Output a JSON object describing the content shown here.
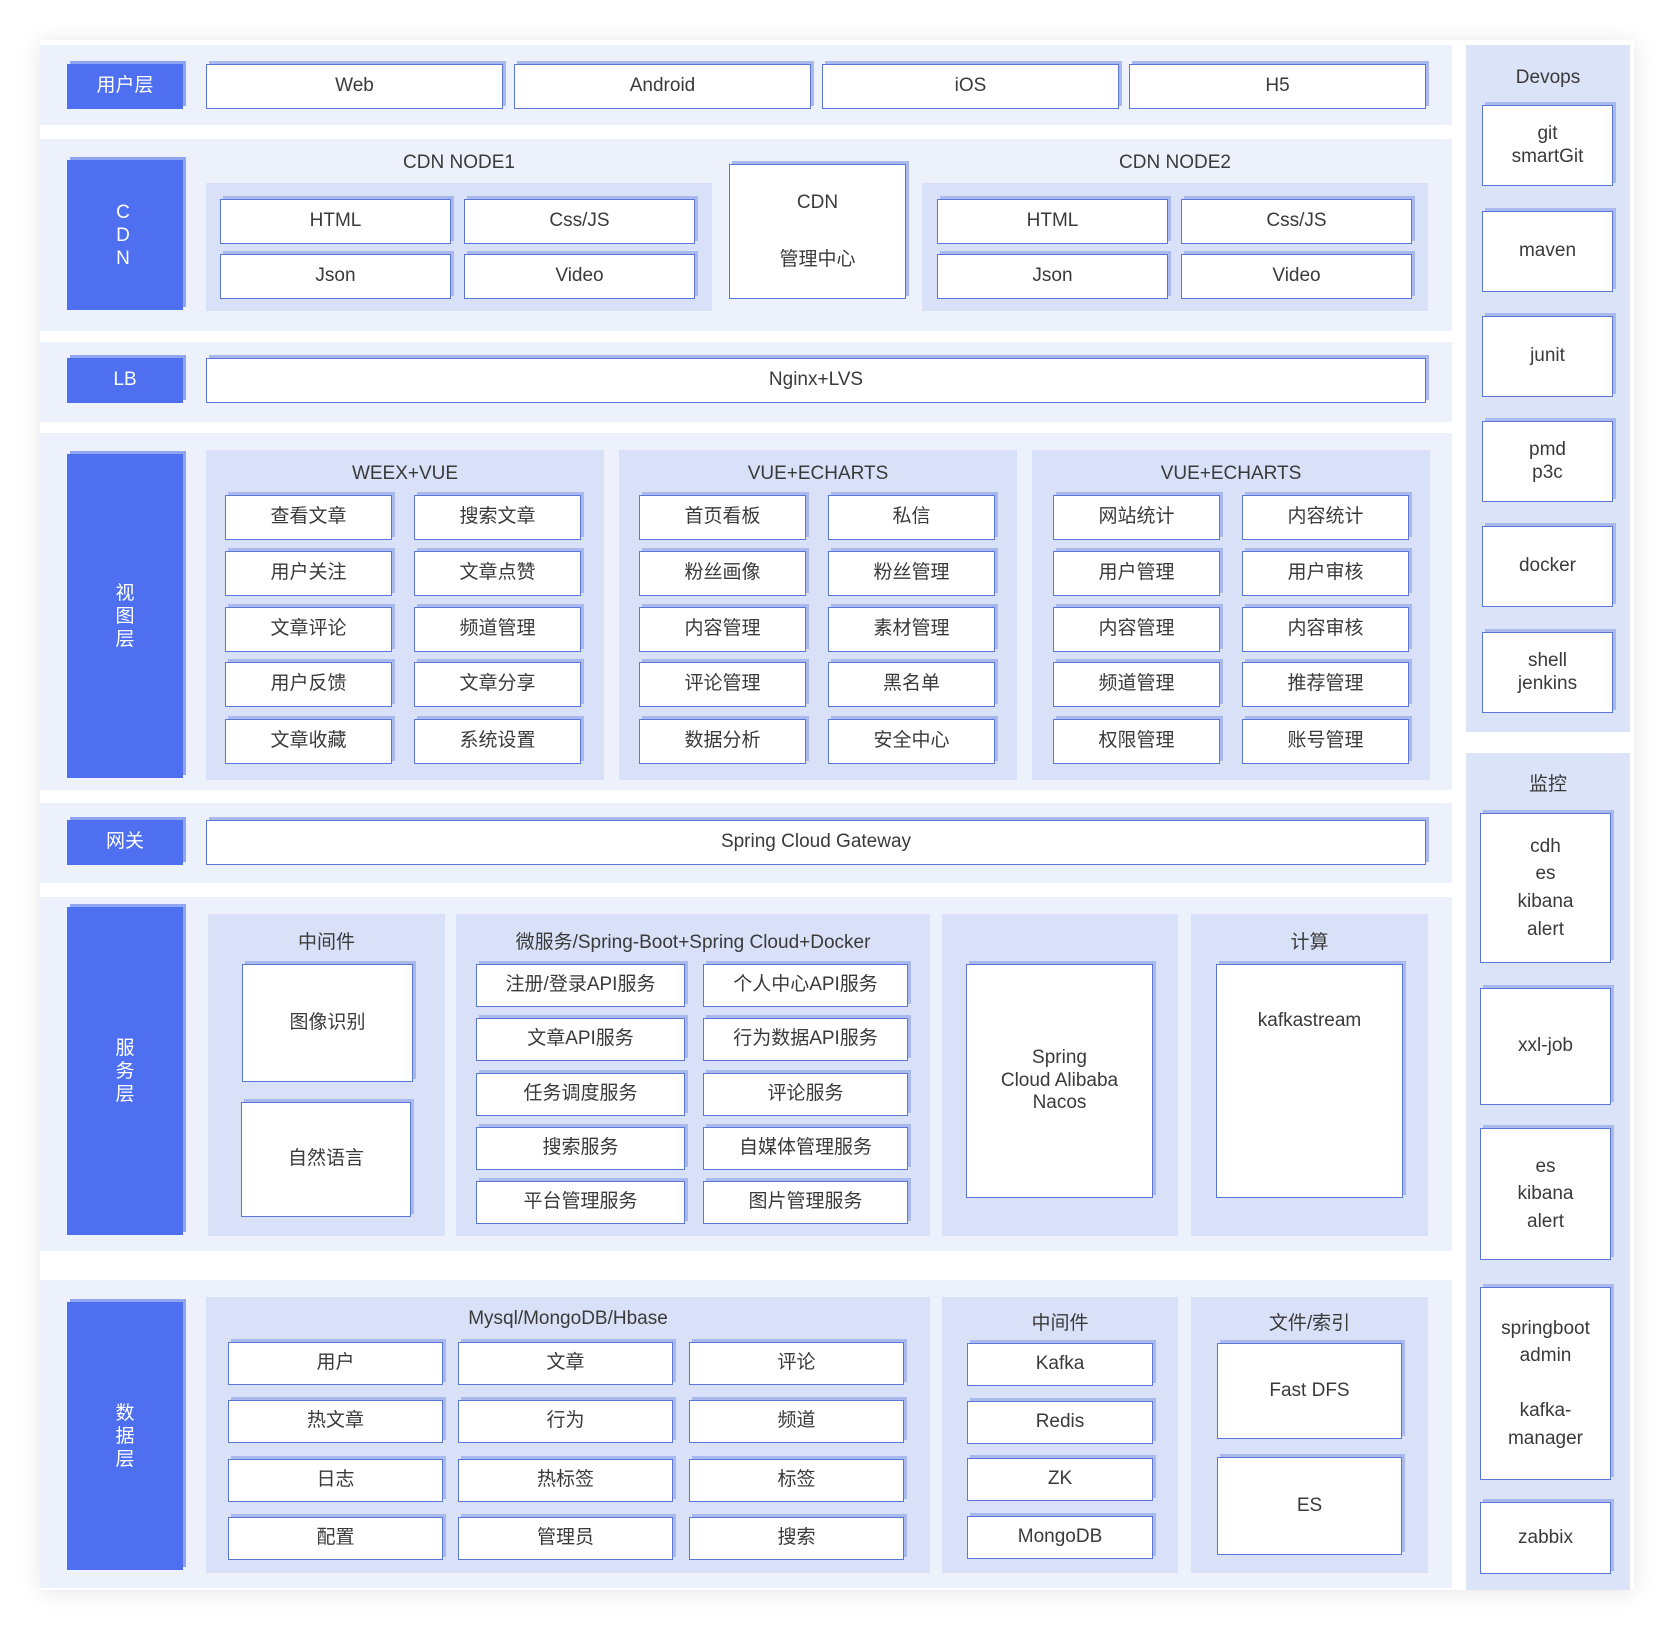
{
  "layers": {
    "user": "用户层",
    "cdn": "CDN",
    "lb": "LB",
    "view": "视图层",
    "gateway": "网关",
    "service": "服务层",
    "data": "数据层"
  },
  "user_layer": {
    "items": [
      "Web",
      "Android",
      "iOS",
      "H5"
    ]
  },
  "cdn_layer": {
    "node1": {
      "title": "CDN NODE1",
      "items": [
        "HTML",
        "Css/JS",
        "Json",
        "Video"
      ]
    },
    "center": {
      "line1": "CDN",
      "line2": "管理中心"
    },
    "node2": {
      "title": "CDN NODE2",
      "items": [
        "HTML",
        "Css/JS",
        "Json",
        "Video"
      ]
    }
  },
  "lb_layer": {
    "label": "Nginx+LVS"
  },
  "view_layer": {
    "groups": [
      {
        "title": "WEEX+VUE",
        "items": [
          "查看文章",
          "搜索文章",
          "用户关注",
          "文章点赞",
          "文章评论",
          "频道管理",
          "用户反馈",
          "文章分享",
          "文章收藏",
          "系统设置"
        ]
      },
      {
        "title": "VUE+ECHARTS",
        "items": [
          "首页看板",
          "私信",
          "粉丝画像",
          "粉丝管理",
          "内容管理",
          "素材管理",
          "评论管理",
          "黑名单",
          "数据分析",
          "安全中心"
        ]
      },
      {
        "title": "VUE+ECHARTS",
        "items": [
          "网站统计",
          "内容统计",
          "用户管理",
          "用户审核",
          "内容管理",
          "内容审核",
          "频道管理",
          "推荐管理",
          "权限管理",
          "账号管理"
        ]
      }
    ]
  },
  "gateway_layer": {
    "label": "Spring Cloud Gateway"
  },
  "service_layer": {
    "middleware": {
      "title": "中间件",
      "items": [
        "图像识别",
        "自然语言"
      ]
    },
    "micro": {
      "title": "微服务/Spring-Boot+Spring Cloud+Docker",
      "items": [
        "注册/登录API服务",
        "个人中心API服务",
        "文章API服务",
        "行为数据API服务",
        "任务调度服务",
        "评论服务",
        "搜索服务",
        "自媒体管理服务",
        "平台管理服务",
        "图片管理服务"
      ]
    },
    "nacos": {
      "text": "Spring\nCloud Alibaba\nNacos"
    },
    "compute": {
      "title": "计算",
      "item": "kafkastream"
    }
  },
  "data_layer": {
    "db": {
      "title": "Mysql/MongoDB/Hbase",
      "items": [
        "用户",
        "文章",
        "评论",
        "热文章",
        "行为",
        "频道",
        "日志",
        "热标签",
        "标签",
        "配置",
        "管理员",
        "搜索"
      ]
    },
    "middleware": {
      "title": "中间件",
      "items": [
        "Kafka",
        "Redis",
        "ZK",
        "MongoDB"
      ]
    },
    "files": {
      "title": "文件/索引",
      "items": [
        "Fast DFS",
        "ES"
      ]
    }
  },
  "devops": {
    "title": "Devops",
    "items": [
      "git\nsmartGit",
      "maven",
      "junit",
      "pmd\np3c",
      "docker",
      "shell\njenkins"
    ]
  },
  "monitor": {
    "title": "监控",
    "items": [
      "cdh\nes\nkibana\nalert",
      "xxl-job",
      "es\nkibana\nalert",
      "springboot\nadmin\n\nkafka-\nmanager",
      "zabbix"
    ]
  }
}
